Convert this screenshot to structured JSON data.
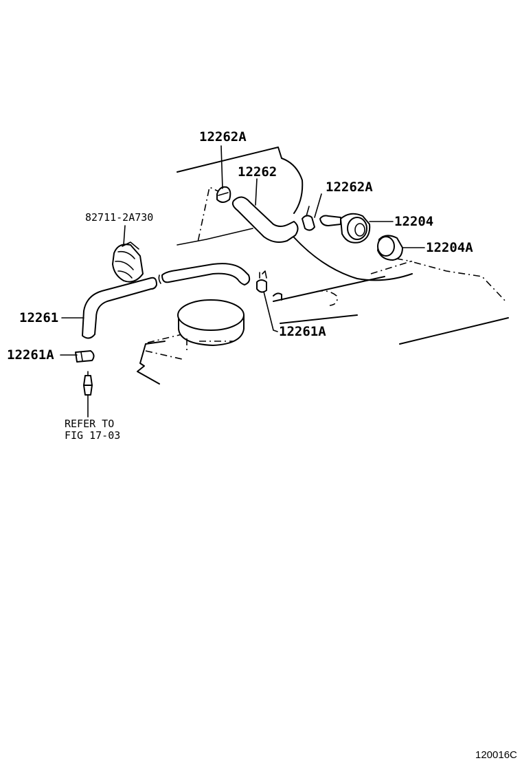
{
  "labels": {
    "p12262a_top": "12262A",
    "p12262": "12262",
    "p12262a_right": "12262A",
    "p12204": "12204",
    "p12204a": "12204A",
    "p82711": "82711-2A730",
    "p12261": "12261",
    "p12261a_left": "12261A",
    "p12261a_mid": "12261A"
  },
  "note": {
    "line1": "REFER TO",
    "line2": "FIG 17-03"
  },
  "figure_code": "120016C"
}
